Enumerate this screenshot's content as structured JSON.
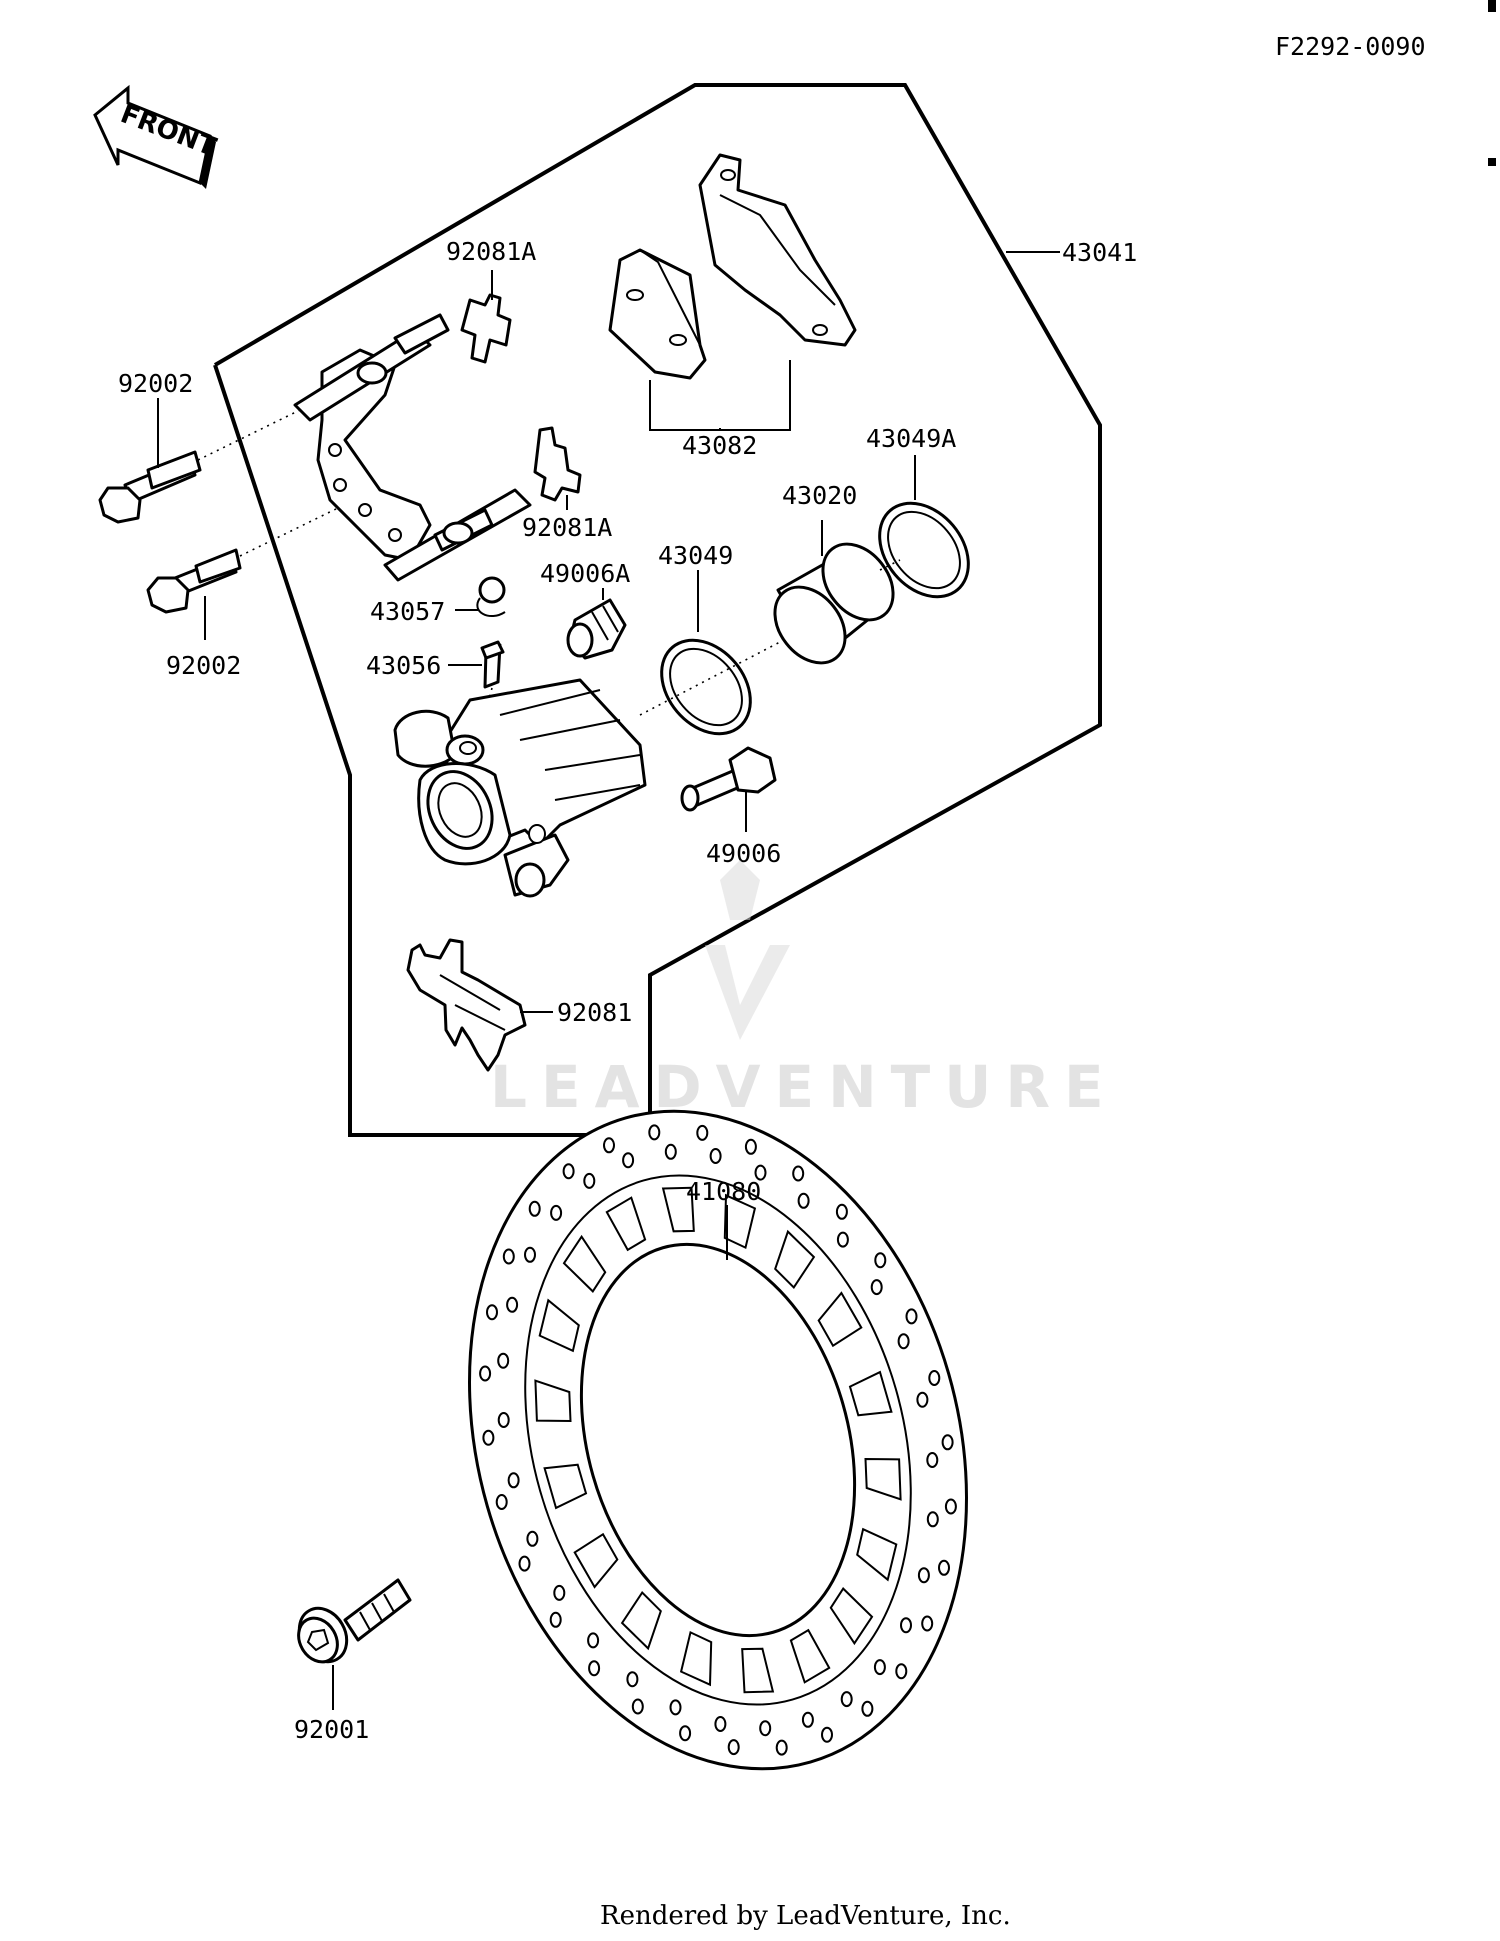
{
  "diagram_code": "F2292-0090",
  "front_arrow": "FRONT",
  "watermark": "LEADVENTURE",
  "footer": "Rendered by LeadVenture, Inc.",
  "callouts": {
    "caliper_assy": "43041",
    "pad_spring_upper": "92081A",
    "pad_spring_mid": "92081A",
    "pad_set": "43082",
    "dust_seal": "43049A",
    "piston": "43020",
    "piston_seal": "43049",
    "boot_a": "49006A",
    "cap": "43057",
    "bleed_valve": "43056",
    "bolt_upper": "92002",
    "bolt_lower": "92002",
    "pin_bolt": "49006",
    "anti_rattle_spring": "92081",
    "disc": "41080",
    "disc_bolt": "92001"
  }
}
